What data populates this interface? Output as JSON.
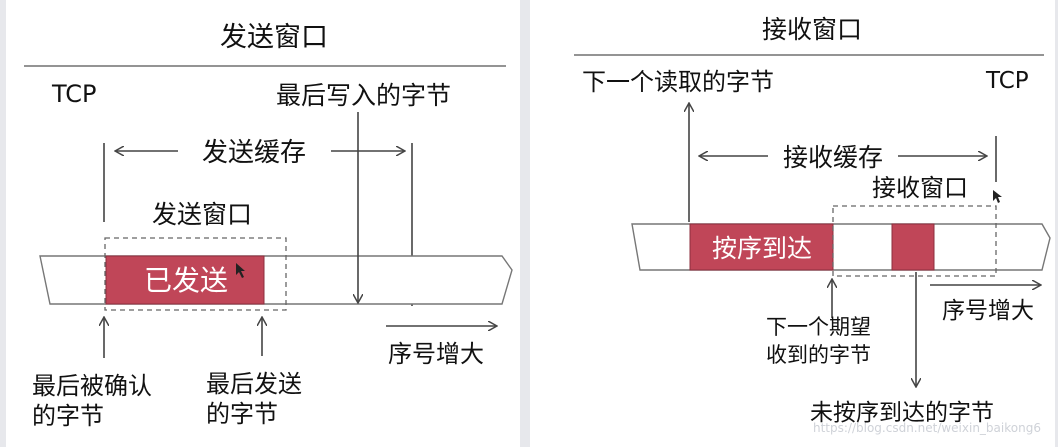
{
  "send": {
    "title": "发送窗口",
    "tcp": "TCP",
    "last_written": "最后写入的字节",
    "buffer": "发送缓存",
    "window": "发送窗口",
    "sent": "已发送",
    "seq_increase": "序号增大",
    "last_acked_1": "最后被确认",
    "last_acked_2": "的字节",
    "last_sent_1": "最后发送",
    "last_sent_2": "的字节"
  },
  "recv": {
    "title": "接收窗口",
    "next_read": "下一个读取的字节",
    "tcp": "TCP",
    "buffer": "接收缓存",
    "window": "接收窗口",
    "in_order": "按序到达",
    "seq_increase": "序号增大",
    "next_expected_1": "下一个期望",
    "next_expected_2": "收到的字节",
    "out_of_order": "未按序到达的字节"
  },
  "watermark": "https://blog.csdn.net/weixin_baikong6",
  "colors": {
    "segment": "#c04658",
    "line": "#444444"
  }
}
